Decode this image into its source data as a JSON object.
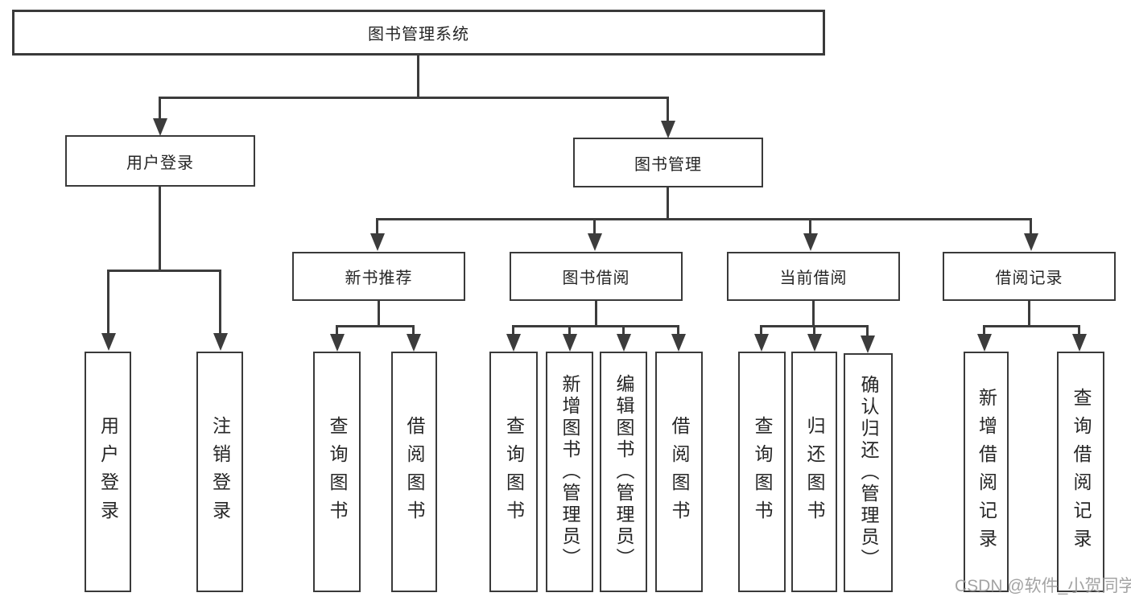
{
  "diagram": {
    "type": "hierarchy-tree",
    "nodes": {
      "root": "图书管理系统",
      "user_login": "用户登录",
      "book_management": "图书管理",
      "new_book_recommend": "新书推荐",
      "book_borrowing": "图书借阅",
      "current_borrowing": "当前借阅",
      "borrowing_records": "借阅记录",
      "user_login_leaf": "用户登录",
      "logout_leaf": "注销登录",
      "nbr_query_books": "查询图书",
      "nbr_borrow_books": "借阅图书",
      "bb_query_books": "查询图书",
      "bb_add_books_admin": "新增图书（管理员）",
      "bb_edit_books_admin": "编辑图书（管理员）",
      "bb_borrow_books": "借阅图书",
      "cb_query_books": "查询图书",
      "cb_return_books": "归还图书",
      "cb_confirm_return_admin": "确认归还（管理员）",
      "br_add_record": "新增借阅记录",
      "br_query_record": "查询借阅记录"
    },
    "hierarchy": {
      "图书管理系统": [
        "用户登录",
        "图书管理"
      ],
      "用户登录": [
        "用户登录",
        "注销登录"
      ],
      "图书管理": [
        "新书推荐",
        "图书借阅",
        "当前借阅",
        "借阅记录"
      ],
      "新书推荐": [
        "查询图书",
        "借阅图书"
      ],
      "图书借阅": [
        "查询图书",
        "新增图书（管理员）",
        "编辑图书（管理员）",
        "借阅图书"
      ],
      "当前借阅": [
        "查询图书",
        "归还图书",
        "确认归还（管理员）"
      ],
      "借阅记录": [
        "新增借阅记录",
        "查询借阅记录"
      ]
    }
  },
  "watermark": "CSDN @软件_小贺同学",
  "colors": {
    "line": "#3c3c3c",
    "box_border": "#3a3a3a",
    "text": "#262626",
    "watermark": "#9a9a9a",
    "background": "#ffffff"
  }
}
